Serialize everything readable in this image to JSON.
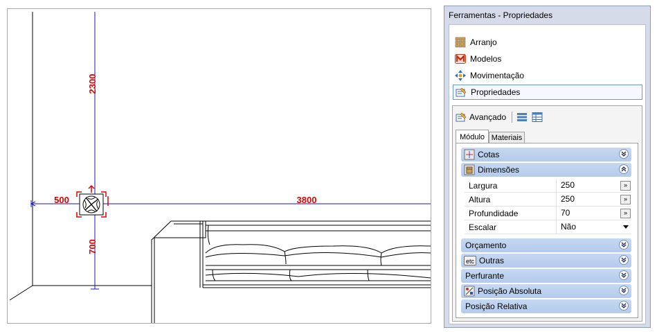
{
  "drawing": {
    "dimensions": {
      "vertical_top": "2300",
      "vertical_bottom": "700",
      "left": "500",
      "right": "3800"
    },
    "colors": {
      "dimension_line": "#1414c8",
      "dimension_text": "#e00000",
      "furniture_line": "#000000"
    }
  },
  "panel": {
    "title": "Ferramentas - Propriedades",
    "nav": [
      {
        "label": "Arranjo",
        "icon": "grid-icon"
      },
      {
        "label": "Modelos",
        "icon": "models-m-icon"
      },
      {
        "label": "Movimentação",
        "icon": "move-arrows-icon"
      },
      {
        "label": "Propriedades",
        "icon": "properties-icon",
        "active": true
      }
    ],
    "advanced": {
      "label": "Avançado",
      "tabs": [
        "Módulo",
        "Materiais"
      ],
      "sections": [
        {
          "label": "Cotas",
          "icon": "cotas-icon",
          "state": "collapsed"
        },
        {
          "label": "Dimensões",
          "icon": "dimensions-icon",
          "state": "expanded"
        },
        {
          "label": "Orçamento",
          "state": "collapsed"
        },
        {
          "label": "Outras",
          "icon": "etc-icon",
          "state": "collapsed"
        },
        {
          "label": "Perfurante",
          "state": "collapsed"
        },
        {
          "label": "Posição Absoluta",
          "icon": "position-icon",
          "state": "collapsed"
        },
        {
          "label": "Posição Relativa",
          "state": "collapsed"
        }
      ],
      "dimension_props": [
        {
          "name": "Largura",
          "value": "250"
        },
        {
          "name": "Altura",
          "value": "250"
        },
        {
          "name": "Profundidade",
          "value": "70"
        },
        {
          "name": "Escalar",
          "value": "Não"
        }
      ],
      "etc_label": "etc"
    }
  }
}
